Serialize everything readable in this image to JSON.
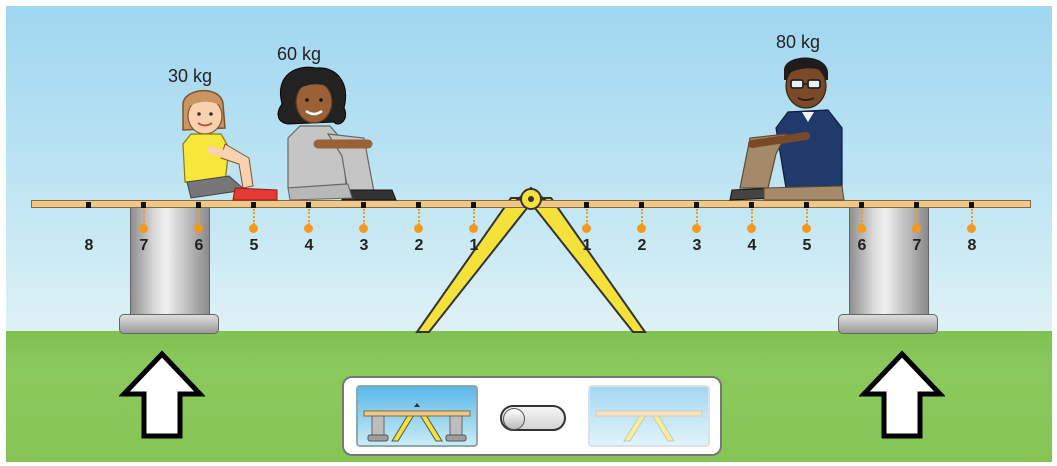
{
  "people": [
    {
      "name": "girl",
      "weight_label": "30 kg",
      "position": "6 left"
    },
    {
      "name": "woman",
      "weight_label": "60 kg",
      "position": "4 left"
    },
    {
      "name": "man",
      "weight_label": "80 kg",
      "position": "5 right"
    }
  ],
  "left_numbers": [
    "8",
    "7",
    "6",
    "5",
    "4",
    "3",
    "2",
    "1"
  ],
  "right_numbers": [
    "1",
    "2",
    "3",
    "4",
    "5",
    "6",
    "7",
    "8"
  ],
  "supports_toggle": {
    "selected": "supports-on",
    "options": [
      "supports-on",
      "supports-off"
    ]
  },
  "icons": [
    "up-arrow-icon",
    "up-arrow-icon",
    "toggle-switch-icon",
    "pivot-icon"
  ],
  "colors": {
    "sky": "#9fd6f0",
    "grass": "#86c456",
    "plank": "#f0c98a",
    "marker": "#f39a1e",
    "fulcrum": "#f4e23a"
  }
}
